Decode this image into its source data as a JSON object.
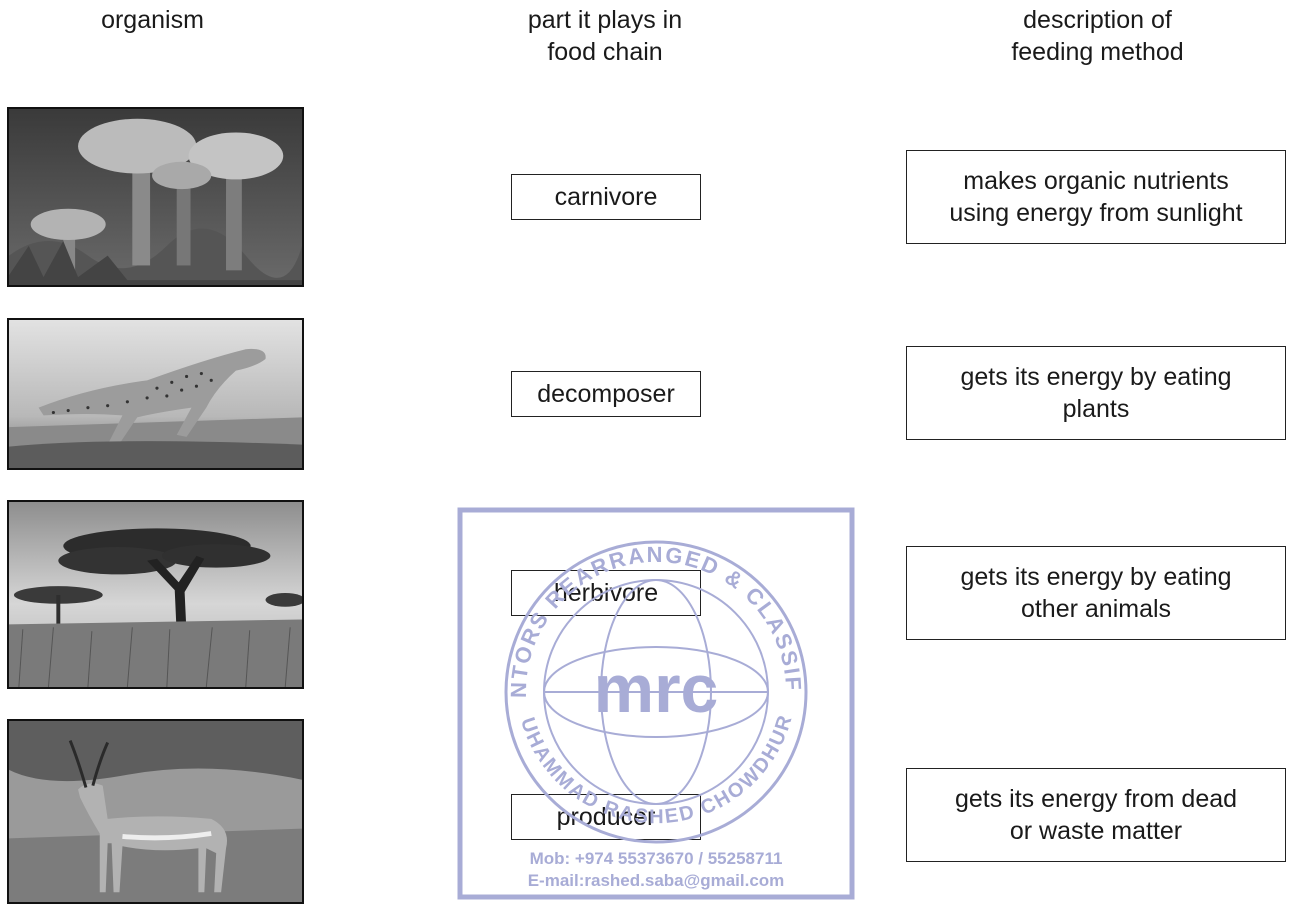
{
  "headers": {
    "organism": "organism",
    "part_line1": "part it plays in",
    "part_line2": "food chain",
    "desc_line1": "description of",
    "desc_line2": "feeding method"
  },
  "organisms": [
    {
      "icon": "mushrooms-photo"
    },
    {
      "icon": "cheetah-photo"
    },
    {
      "icon": "acacia-tree-photo"
    },
    {
      "icon": "impala-photo"
    }
  ],
  "parts": [
    "carnivore",
    "decomposer",
    "herbivore",
    "producer"
  ],
  "descriptions": [
    {
      "line1": "makes organic nutrients",
      "line2": "using energy from sunlight"
    },
    {
      "line1": "gets its energy by eating",
      "line2": "plants"
    },
    {
      "line1": "gets its energy by eating",
      "line2": "other animals"
    },
    {
      "line1": "gets its energy from dead",
      "line2": "or waste matter"
    }
  ],
  "watermark": {
    "center": "mrc",
    "ring_top": "MENTORS REARRANGED & CLASSIFIED",
    "ring_bottom": "MUHAMMAD RASHED CHOWDHURY",
    "mobile": "Mob:  +974 55373670 / 55258711",
    "email": "E-mail:rashed.saba@gmail.com",
    "color": "#a8acd6"
  }
}
